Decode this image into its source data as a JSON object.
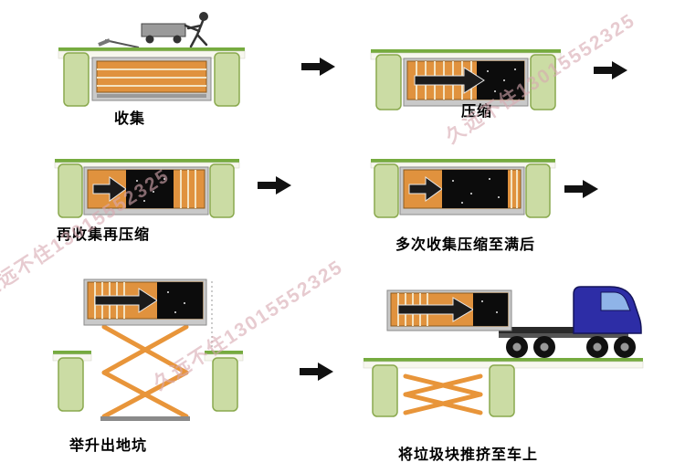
{
  "watermark": {
    "text": "久远不住13015552325",
    "color": "#d8a9b1"
  },
  "steps": [
    {
      "label": "收集"
    },
    {
      "label": "压缩"
    },
    {
      "label": "再收集再压缩"
    },
    {
      "label": "多次收集压缩至满后"
    },
    {
      "label": "举升出地坑"
    },
    {
      "label": "将垃圾块推挤至车上"
    }
  ],
  "colors": {
    "ground_green": "#76ab3f",
    "pit_wall_green": "#cbdca4",
    "container_orange": "#e0923e",
    "compacted_waste_black": "#0c0c0c",
    "scissor_lift_orange": "#e8953a",
    "truck_cab_blue": "#2d2da6",
    "flow_arrow_black": "#111111"
  }
}
